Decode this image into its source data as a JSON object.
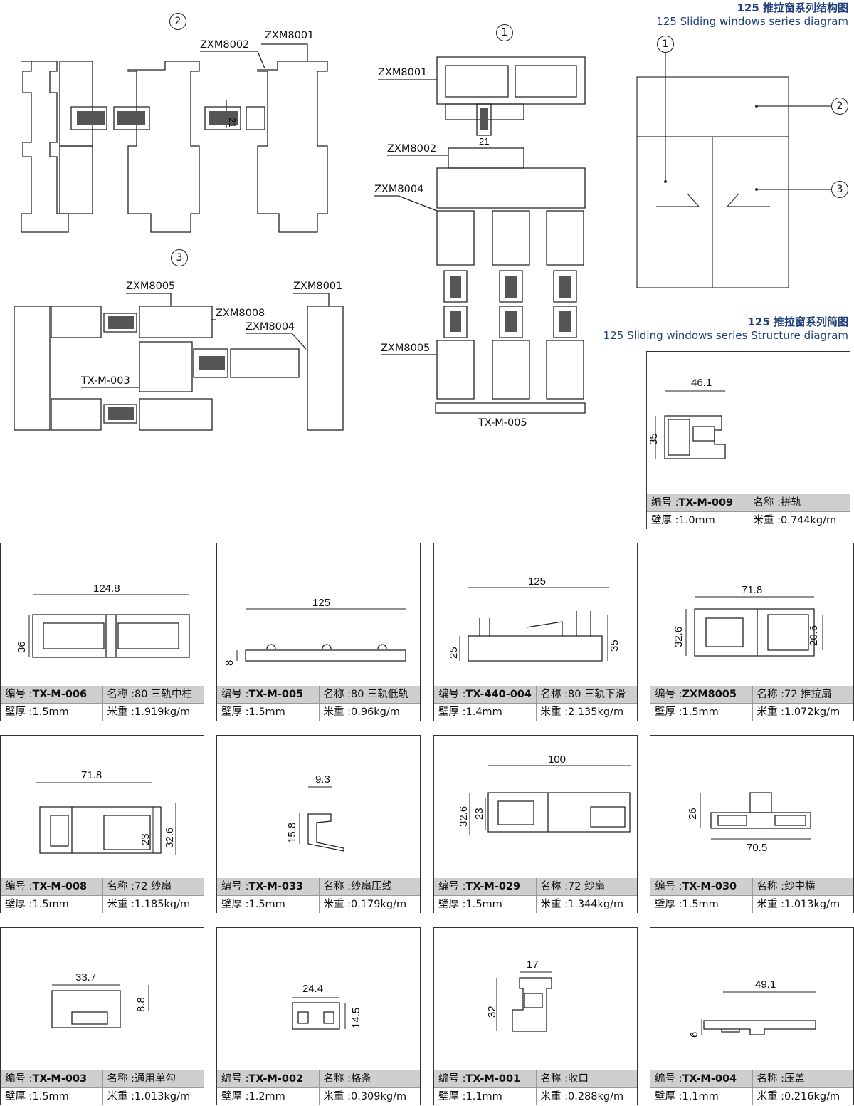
{
  "header": {
    "structure_title_cn": "125 推拉窗系列结构图",
    "structure_title_en": "125 Sliding windows series diagram",
    "simple_title_cn": "125 推拉窗系列简图",
    "simple_title_en": "125 Sliding windows series Structure diagram"
  },
  "section_markers": {
    "one": "1",
    "two": "2",
    "three": "3"
  },
  "diagram_labels": {
    "zxm8001": "ZXM8001",
    "zxm8002": "ZXM8002",
    "zxm8004": "ZXM8004",
    "zxm8005": "ZXM8005",
    "zxm8008": "ZXM8008",
    "txm003": "TX-M-003",
    "txm005": "TX-M-005",
    "dim21": "21"
  },
  "spec_labels": {
    "code": "编号 :",
    "name": "名称 :",
    "thickness": "壁厚 :",
    "weight": "米重 :"
  },
  "profiles": [
    {
      "code": "TX-M-009",
      "name": "拼轨",
      "thickness": "1.0mm",
      "weight": "0.744kg/m",
      "dims": [
        "46.1",
        "35"
      ]
    },
    {
      "code": "TX-M-006",
      "name": "80 三轨中柱",
      "thickness": "1.5mm",
      "weight": "1.919kg/m",
      "dims": [
        "124.8",
        "36"
      ]
    },
    {
      "code": "TX-M-005",
      "name": "80 三轨低轨",
      "thickness": "1.5mm",
      "weight": "0.96kg/m",
      "dims": [
        "125",
        "8"
      ]
    },
    {
      "code": "TX-440-004",
      "name": "80 三轨下滑",
      "thickness": "1.4mm",
      "weight": "2.135kg/m",
      "dims": [
        "125",
        "25",
        "35"
      ]
    },
    {
      "code": "ZXM8005",
      "name": "72 推拉扇",
      "thickness": "1.5mm",
      "weight": "1.072kg/m",
      "dims": [
        "71.8",
        "32.6",
        "20.6"
      ]
    },
    {
      "code": "TX-M-008",
      "name": "72 纱扇",
      "thickness": "1.5mm",
      "weight": "1.185kg/m",
      "dims": [
        "71.8",
        "23",
        "32.6"
      ]
    },
    {
      "code": "TX-M-033",
      "name": "纱扇压线",
      "thickness": "1.5mm",
      "weight": "0.179kg/m",
      "dims": [
        "9.3",
        "15.8"
      ]
    },
    {
      "code": "TX-M-029",
      "name": "72 纱扇",
      "thickness": "1.5mm",
      "weight": "1.344kg/m",
      "dims": [
        "100",
        "32.6",
        "23"
      ]
    },
    {
      "code": "TX-M-030",
      "name": "纱中横",
      "thickness": "1.5mm",
      "weight": "1.013kg/m",
      "dims": [
        "26",
        "70.5"
      ]
    },
    {
      "code": "TX-M-003",
      "name": "通用单勾",
      "thickness": "1.5mm",
      "weight": "1.013kg/m",
      "dims": [
        "33.7",
        "8.8"
      ]
    },
    {
      "code": "TX-M-002",
      "name": "格条",
      "thickness": "1.2mm",
      "weight": "0.309kg/m",
      "dims": [
        "24.4",
        "14.5"
      ]
    },
    {
      "code": "TX-M-001",
      "name": "收口",
      "thickness": "1.1mm",
      "weight": "0.288kg/m",
      "dims": [
        "17",
        "32"
      ]
    },
    {
      "code": "TX-M-004",
      "name": "压盖",
      "thickness": "1.1mm",
      "weight": "0.216kg/m",
      "dims": [
        "49.1",
        "6"
      ]
    }
  ]
}
